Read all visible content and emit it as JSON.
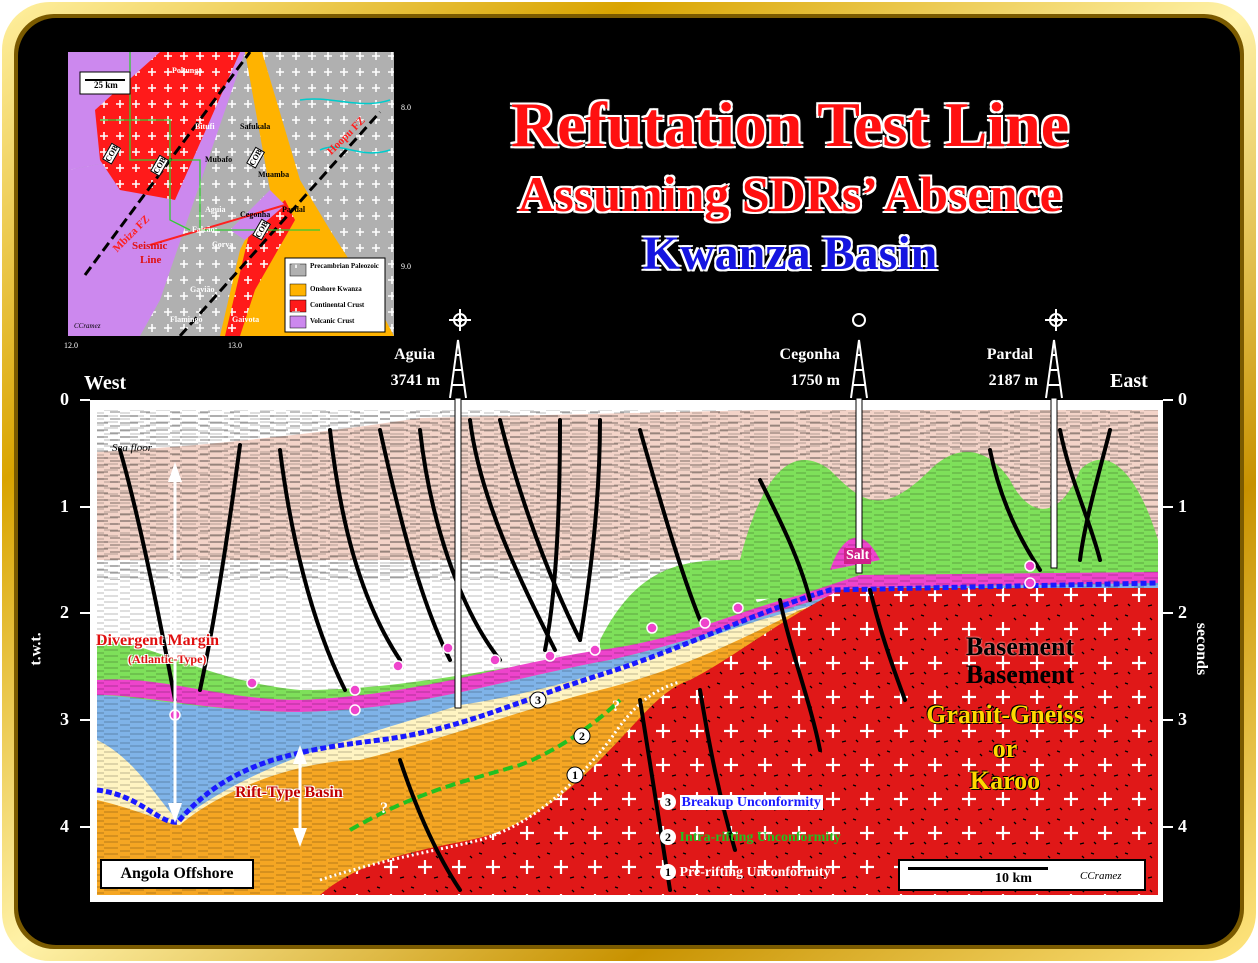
{
  "title": {
    "line1": "Refutation Test Line",
    "line2": "Assuming  SDRs’ Absence",
    "line3": "Kwanza Basin"
  },
  "section": {
    "west_label": "West",
    "east_label": "East",
    "left_axis_label": "t.w.t.",
    "right_axis_label": "seconds",
    "ticks": [
      "0",
      "1",
      "2",
      "3",
      "4"
    ],
    "sea_floor_label": "Sea floor",
    "salt_label": "Salt",
    "divergent_margin_label": "Divergent Margin",
    "divergent_margin_sub": "(Atlantic-Type)",
    "rift_basin_label": "Rift-Type Basin",
    "basement_label_1": "Basement",
    "basement_label_2": "Basement",
    "basement_lith_1": "Granit-Gneiss",
    "basement_lith_2": "or",
    "basement_lith_3": "Karoo",
    "region_label": "Angola Offshore",
    "scale_label": "10 km",
    "credit": "CCramez",
    "question_mark_1": "?",
    "question_mark_2": "?"
  },
  "wells": [
    {
      "name": "Aguia",
      "depth": "3741 m",
      "symbol": "dry-hole-symbol"
    },
    {
      "name": "Cegonha",
      "depth": "1750 m",
      "symbol": "location-symbol"
    },
    {
      "name": "Pardal",
      "depth": "2187 m",
      "symbol": "dry-hole-symbol"
    }
  ],
  "unconformities": [
    {
      "number": "3",
      "label": "Breakup Unconformity",
      "color": "#1a1aff"
    },
    {
      "number": "2",
      "label": "Intra-rifting Unconformity",
      "color": "#22c022"
    },
    {
      "number": "1",
      "label": "Pre-rifting Unconformity",
      "color": "#000000"
    }
  ],
  "map": {
    "lon_labels": [
      "12.0",
      "13.0"
    ],
    "lat_labels": [
      "8.0",
      "9.0"
    ],
    "scale": "25 km",
    "places": [
      "Pokunga",
      "Bitufi",
      "Safukala",
      "Mubafo",
      "Muamba",
      "Aguia",
      "Cegonha",
      "Pardal",
      "Falcão",
      "Corva",
      "Gavião",
      "Flamingo",
      "Gaivota"
    ],
    "cob_labels": [
      "COB",
      "COB",
      "COB",
      "COB"
    ],
    "fault_zones": [
      "Mbiza FZ",
      "Hoopu FZ"
    ],
    "seismic_line_label_1": "Seismic",
    "seismic_line_label_2": "Line",
    "credit": "CCramez",
    "legend": [
      {
        "label": "Precambrian Paleozoic",
        "color": "#b8b8b8"
      },
      {
        "label": "Onshore Kwanza",
        "color": "#ffb300"
      },
      {
        "label": "Continental Crust",
        "color": "#ff1a1a"
      },
      {
        "label": "Volcanic Crust",
        "color": "#cc88ee"
      }
    ]
  },
  "colors": {
    "frame_gold": "#e6b400",
    "background": "#000000",
    "basement": "#e01818",
    "rift_fill": "#f5a623",
    "sag_blue": "#7fb3e8",
    "post_salt_green": "#7ee05a",
    "salt_magenta": "#ee44cc",
    "overburden": "#f3d3c8"
  }
}
